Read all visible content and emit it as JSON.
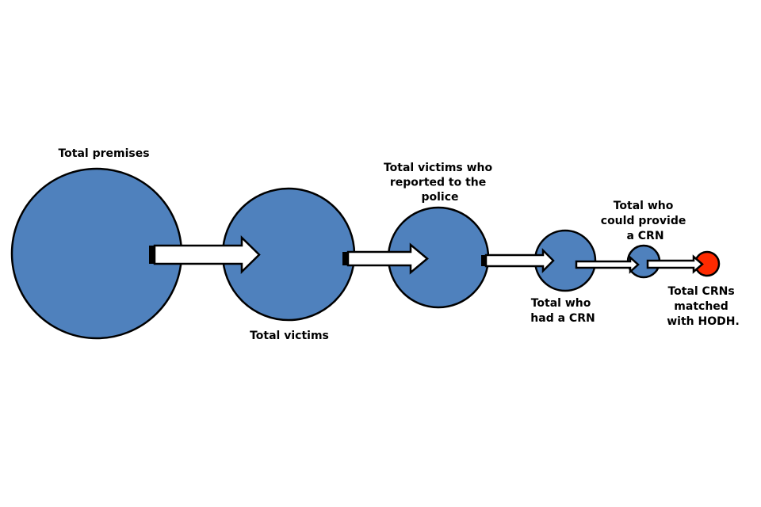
{
  "colors": {
    "circle_fill": "#4f81bd",
    "final_fill": "#ff2a00",
    "arrow_fill": "#ffffff",
    "outline": "#000000"
  },
  "stages": [
    {
      "label": [
        "Total premises"
      ]
    },
    {
      "label": [
        "Total victims"
      ]
    },
    {
      "label": [
        "Total victims who",
        "reported to the",
        "police"
      ]
    },
    {
      "label": [
        "Total who",
        "had a CRN"
      ]
    },
    {
      "label": [
        "Total who",
        "could provide",
        "a CRN"
      ]
    },
    {
      "label": [
        "Total CRNs",
        "matched",
        "with HODH."
      ]
    }
  ]
}
